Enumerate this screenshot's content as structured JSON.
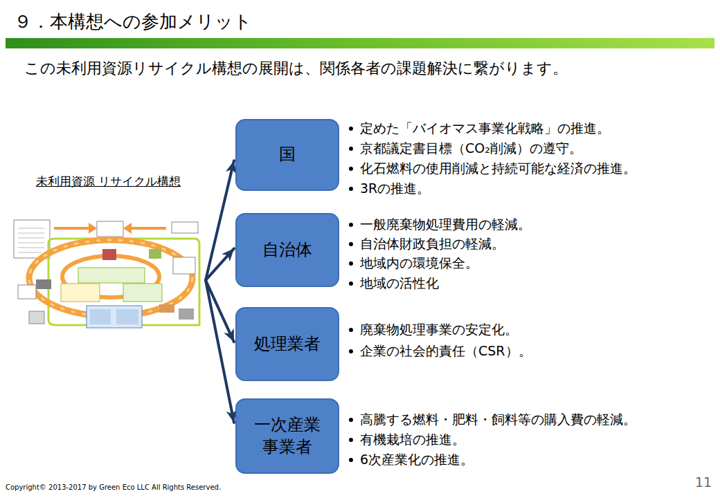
{
  "diagram": {
    "title": "９．本構想への参加メリット",
    "nodes": [
      {
        "text": [
          "未利用資源 リサイクル構想"
        ]
      },
      {
        "text": [
          "国"
        ]
      },
      {
        "text": [
          "自治体"
        ]
      },
      {
        "text": [
          "処理業者"
        ]
      },
      {
        "text": [
          "一次産業 事業者"
        ]
      }
    ],
    "edges": [
      {
        "from": 0,
        "to": 1,
        "arrow": "to"
      },
      {
        "from": 0,
        "to": 2,
        "arrow": "to"
      },
      {
        "from": 0,
        "to": 3,
        "arrow": "to"
      },
      {
        "from": 0,
        "to": 4,
        "arrow": "to"
      }
    ],
    "labels": [
      "この未利用資源リサイクル構想の展開は、関係各者の課題解決に繋がります。",
      "定めた「バイオマス事業化戦略」の推進。",
      "京都議定書目標（CO₂削減）の遵守。",
      "化石燃料の使用削減と持続可能な経済の推進。",
      "3Rの推進。",
      "一般廃棄物処理費用の軽減。",
      "自治体財政負担の軽減。",
      "地域内の環境保全。",
      "地域の活性化",
      "廃棄物処理事業の安定化。",
      "企業の社会的責任（CSR）。",
      "高騰する燃料・肥料・飼料等の購入費の軽減。",
      "有機栽培の推進。",
      "6次産業化の推進。",
      "Copyright© 2013-2017 by Green Eco LLC All Rights Reserved.",
      "11"
    ]
  }
}
